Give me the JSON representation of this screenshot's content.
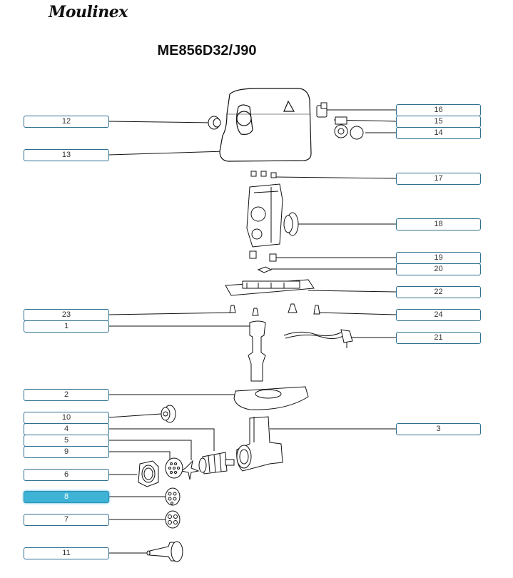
{
  "brand": "Moulinex",
  "model": "ME856D32/J90",
  "active_part": "8",
  "parts_left": [
    "12",
    "13",
    "23",
    "1",
    "2",
    "10",
    "4",
    "5",
    "9",
    "6",
    "8",
    "7",
    "11"
  ],
  "parts_right": [
    "16",
    "15",
    "14",
    "17",
    "18",
    "19",
    "20",
    "22",
    "24",
    "21",
    "3"
  ],
  "colors": {
    "callout_border": "#2f6f8f",
    "active_fill": "#3fb3d6",
    "line": "#111111"
  }
}
